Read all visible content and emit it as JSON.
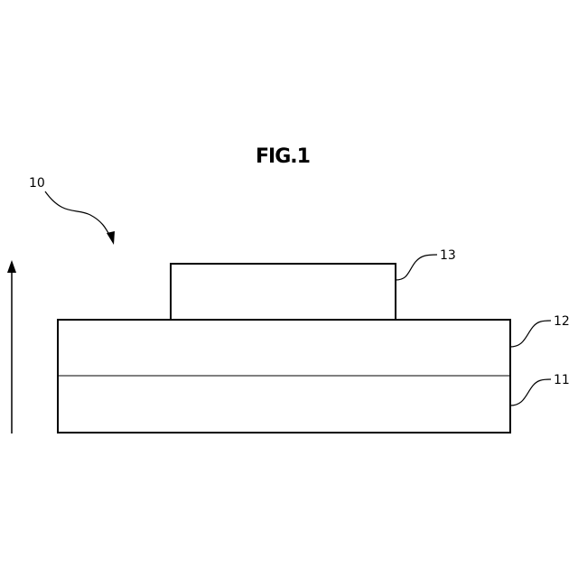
{
  "figure": {
    "title": "FIG.1",
    "labels": {
      "device": "10",
      "layer_11": "11",
      "layer_12": "12",
      "layer_13": "13"
    }
  }
}
